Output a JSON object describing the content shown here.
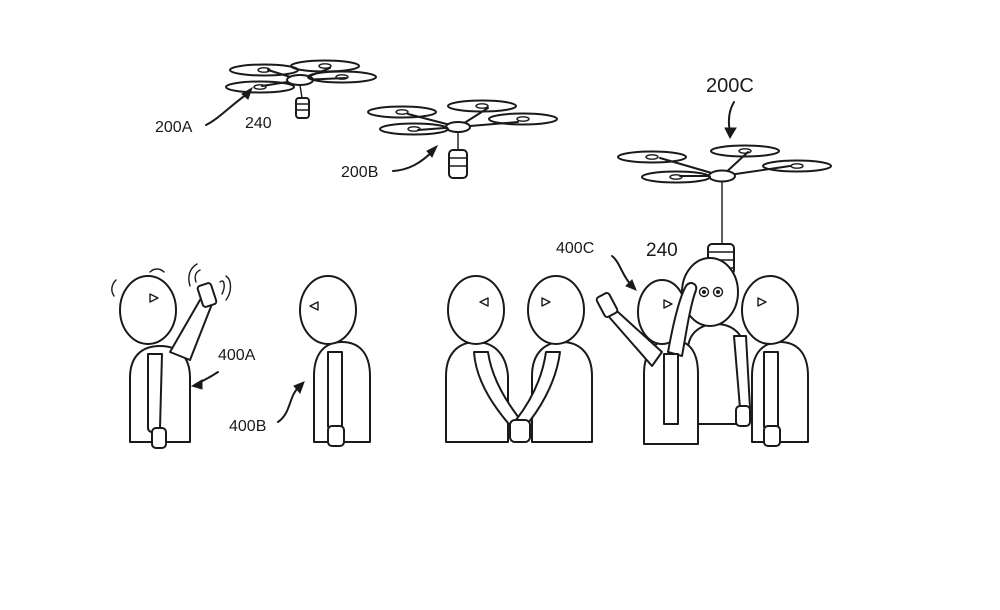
{
  "labels": {
    "drone_a": "200A",
    "drone_b": "200B",
    "drone_c": "200C",
    "payload_a": "240",
    "payload_c": "240",
    "person_a": "400A",
    "person_b": "400B",
    "person_c": "400C"
  },
  "colors": {
    "ink": "#1a1a1a",
    "background": "#ffffff"
  }
}
